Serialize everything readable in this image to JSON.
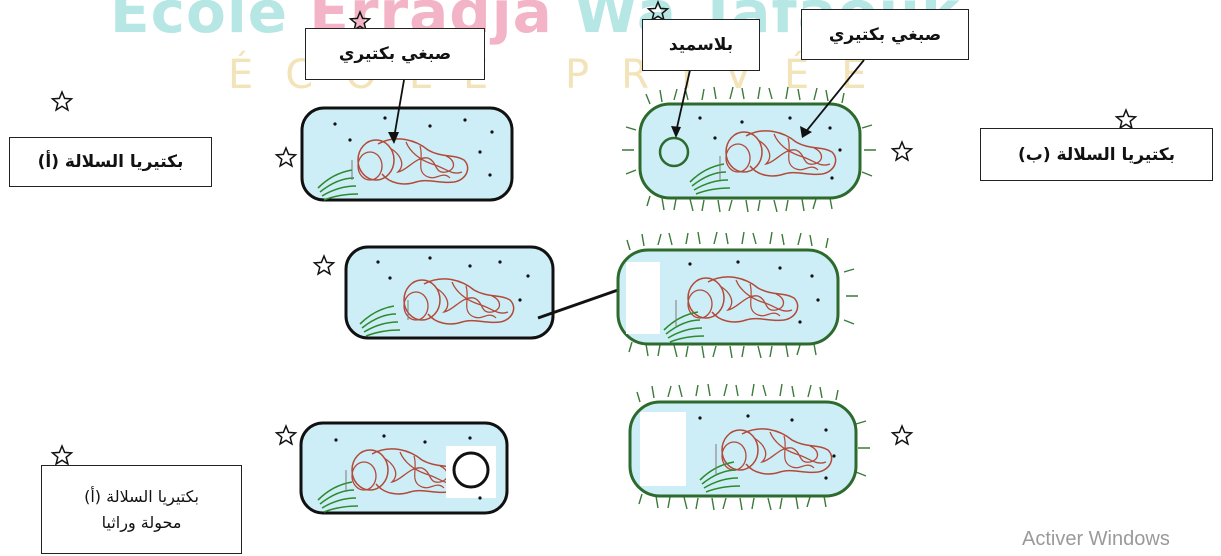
{
  "watermark": {
    "line1_part1": "Ecole ",
    "line1_part2": "Erradja",
    "line1_part3": " Wa Tafaouk",
    "line2": "ÉCOLE PRIVÉE"
  },
  "labels": {
    "strain_a": "بكتيريا السلالة (أ)",
    "strain_b": "بكتيريا السلالة (ب)",
    "chromosome_left": "صبغي بكتيري",
    "chromosome_right": "صبغي بكتيري",
    "plasmid": "بلاسميد",
    "transformed_line1": "بكتيريا السلالة (أ)",
    "transformed_line2": "محولة وراثيا"
  },
  "os_notice": "Activer Windows",
  "colors": {
    "cell_fill": "#cdeef6",
    "membrane_green": "#2d6a2d",
    "chromosome": "#b24a3a",
    "outline": "#111111"
  }
}
